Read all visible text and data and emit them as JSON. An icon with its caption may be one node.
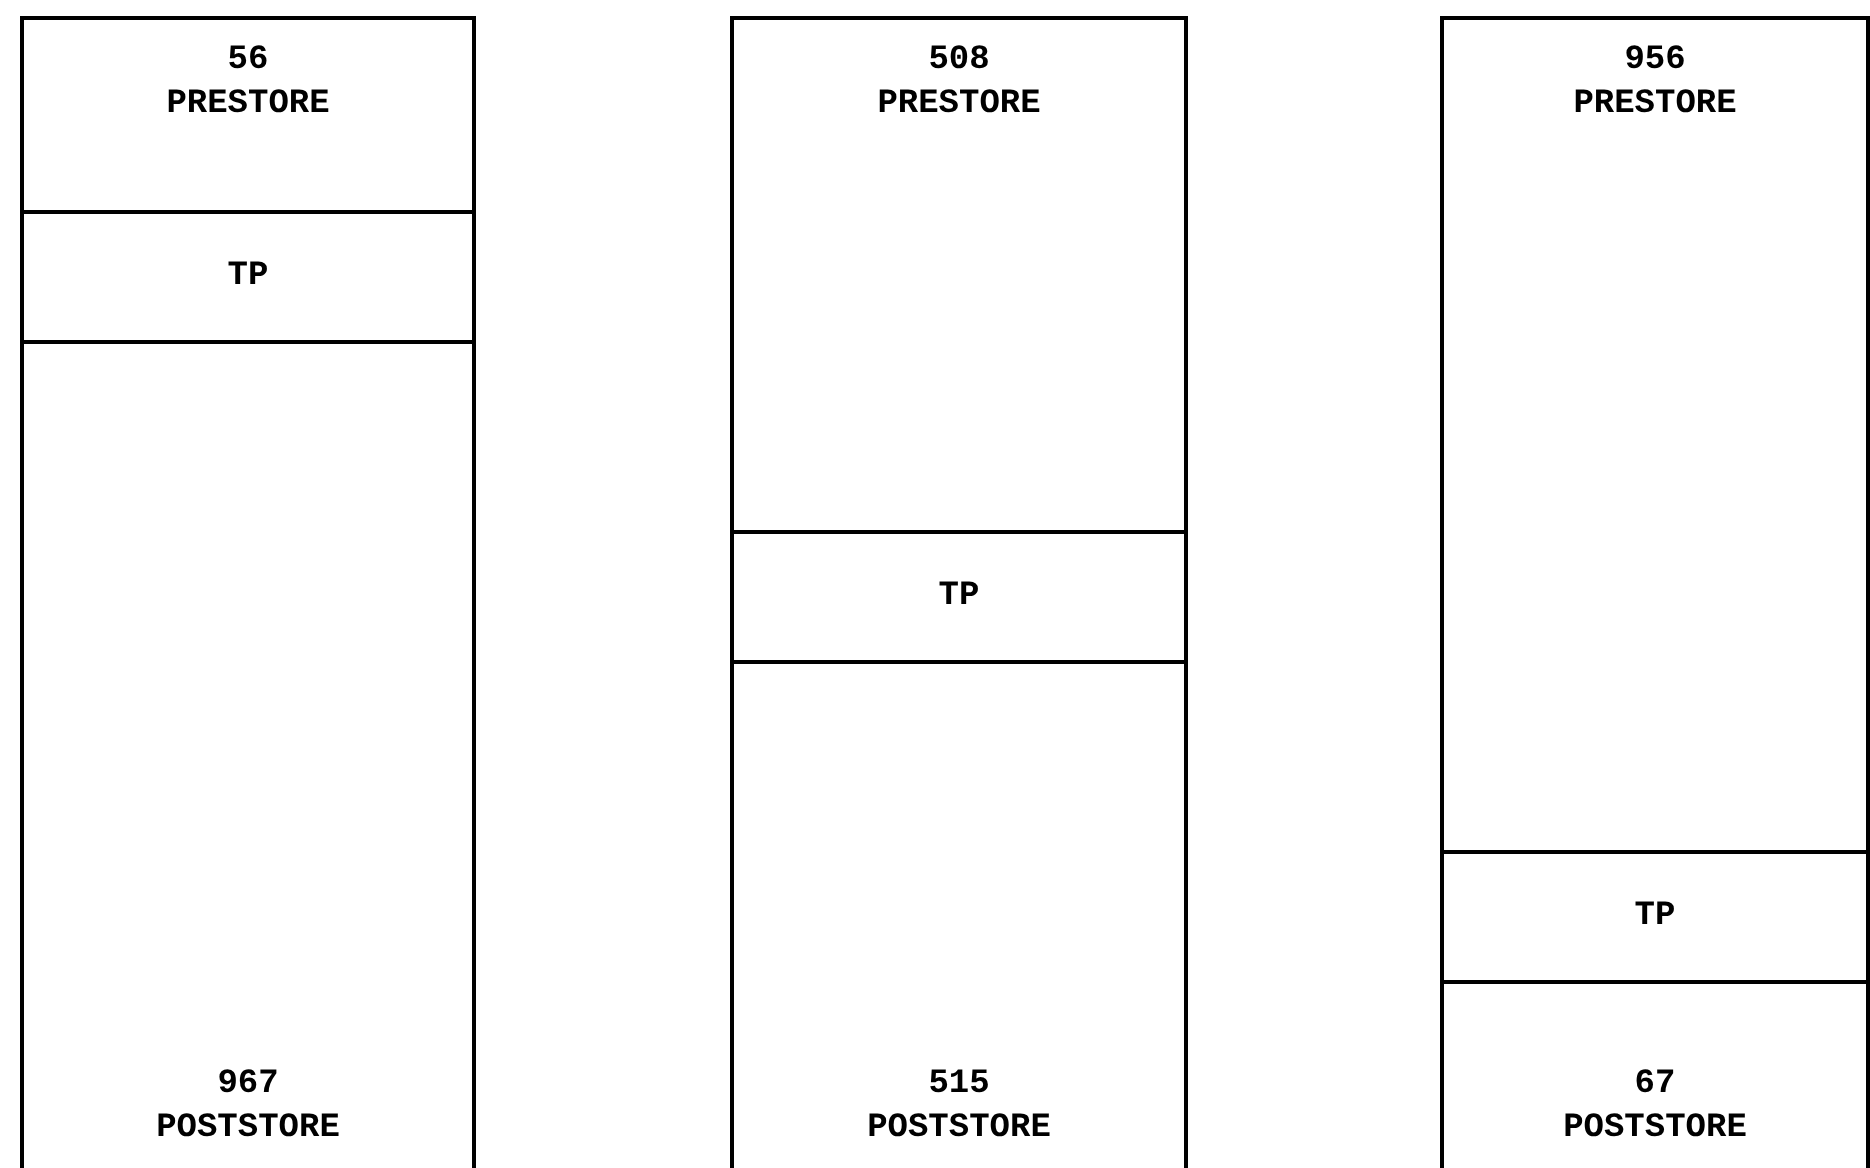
{
  "diagram": {
    "nodes": [
      {
        "text": [
          "56",
          "PRESTORE"
        ]
      },
      {
        "text": [
          "TP"
        ]
      },
      {
        "text": [
          "967",
          "POSTSTORE"
        ]
      },
      {
        "text": [
          "508",
          "PRESTORE"
        ]
      },
      {
        "text": [
          "TP"
        ]
      },
      {
        "text": [
          "515",
          "POSTSTORE"
        ]
      },
      {
        "text": [
          "956",
          "PRESTORE"
        ]
      },
      {
        "text": [
          "TP"
        ]
      },
      {
        "text": [
          "67",
          "POSTSTORE"
        ]
      }
    ]
  }
}
